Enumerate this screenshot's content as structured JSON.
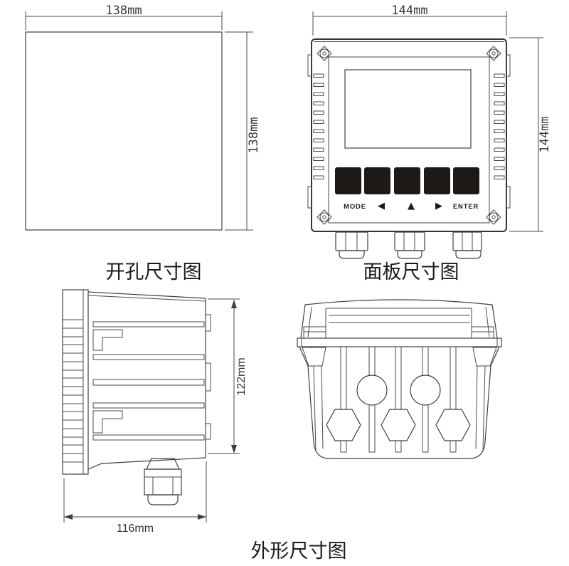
{
  "drawing": {
    "cutout_view": {
      "caption": "开孔尺寸图",
      "width_dim": "138mm",
      "height_dim": "138mm"
    },
    "panel_view": {
      "caption": "面板尺寸图",
      "width_dim": "144mm",
      "height_dim": "144mm",
      "key_labels": [
        "MODE",
        "◀",
        "▲",
        "▶",
        "ENTER"
      ]
    },
    "outline_view": {
      "caption": "外形尺寸图",
      "height_dim": "122mm",
      "depth_dim": "116mm"
    },
    "colors": {
      "line": "#3f3f3f",
      "button_fill": "#1c1917",
      "dim_text": "#333333",
      "caption_text": "#1a1a1a"
    }
  }
}
